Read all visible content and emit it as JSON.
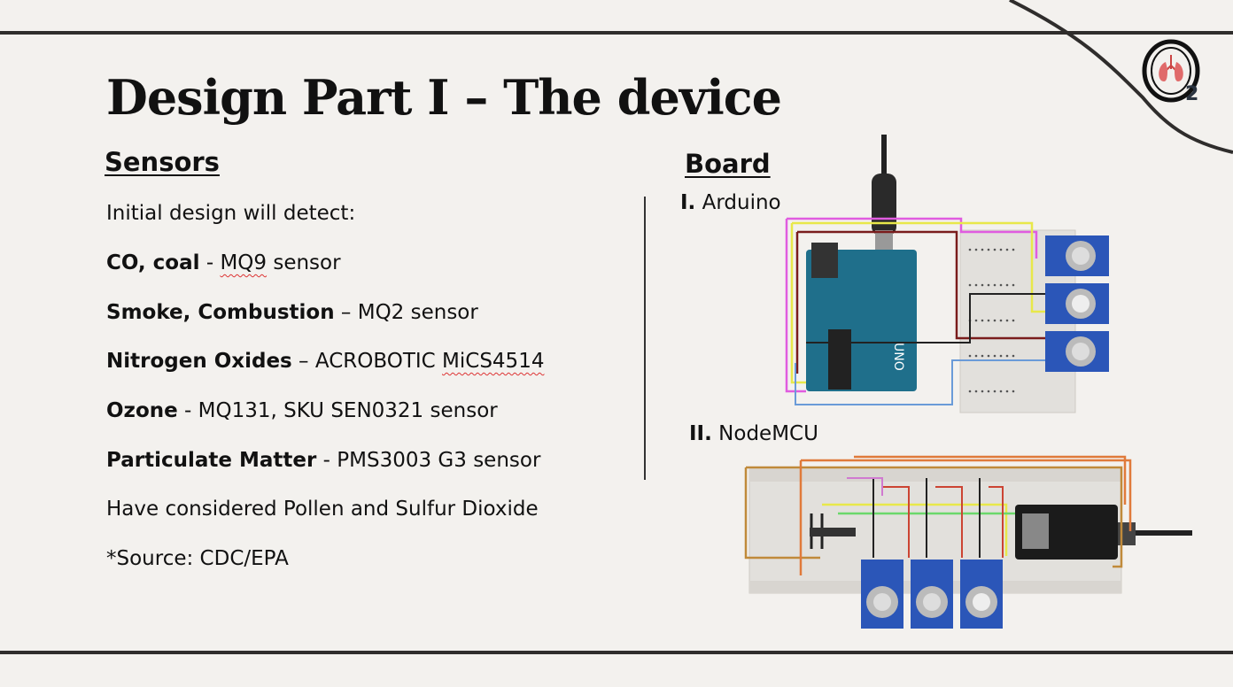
{
  "slide": {
    "title": "Design Part I – The device",
    "logo": {
      "icon": "lungs-o2-logo",
      "subscript": "2"
    }
  },
  "sensors": {
    "heading": "Sensors",
    "intro": "Initial design will detect:",
    "items": [
      {
        "label": "CO, coal",
        "sep": " - ",
        "value": "MQ9",
        "suffix": " sensor"
      },
      {
        "label": "Smoke, Combustion",
        "sep": " – ",
        "value": "MQ2 sensor",
        "suffix": ""
      },
      {
        "label": "Nitrogen Oxides",
        "sep": " – ",
        "value": "ACROBOTIC ",
        "value2": "MiCS4514"
      },
      {
        "label": "Ozone",
        "sep": " - ",
        "value": "MQ131, SKU SEN0321 sensor"
      },
      {
        "label": "Particulate Matter",
        "sep": " - ",
        "value": "PMS3003 G3 sensor"
      }
    ],
    "considered": "Have considered Pollen and Sulfur Dioxide",
    "source": "*Source: CDC/EPA"
  },
  "board": {
    "heading": "Board",
    "options": [
      {
        "numeral": "I.",
        "name": "Arduino"
      },
      {
        "numeral": "II.",
        "name": "NodeMCU"
      }
    ],
    "arduino_board_text": "UNO",
    "colors": {
      "board_blue": "#1f6f8b",
      "sensor_blue": "#2b56b8",
      "breadboard": "#e2e0dc"
    }
  }
}
